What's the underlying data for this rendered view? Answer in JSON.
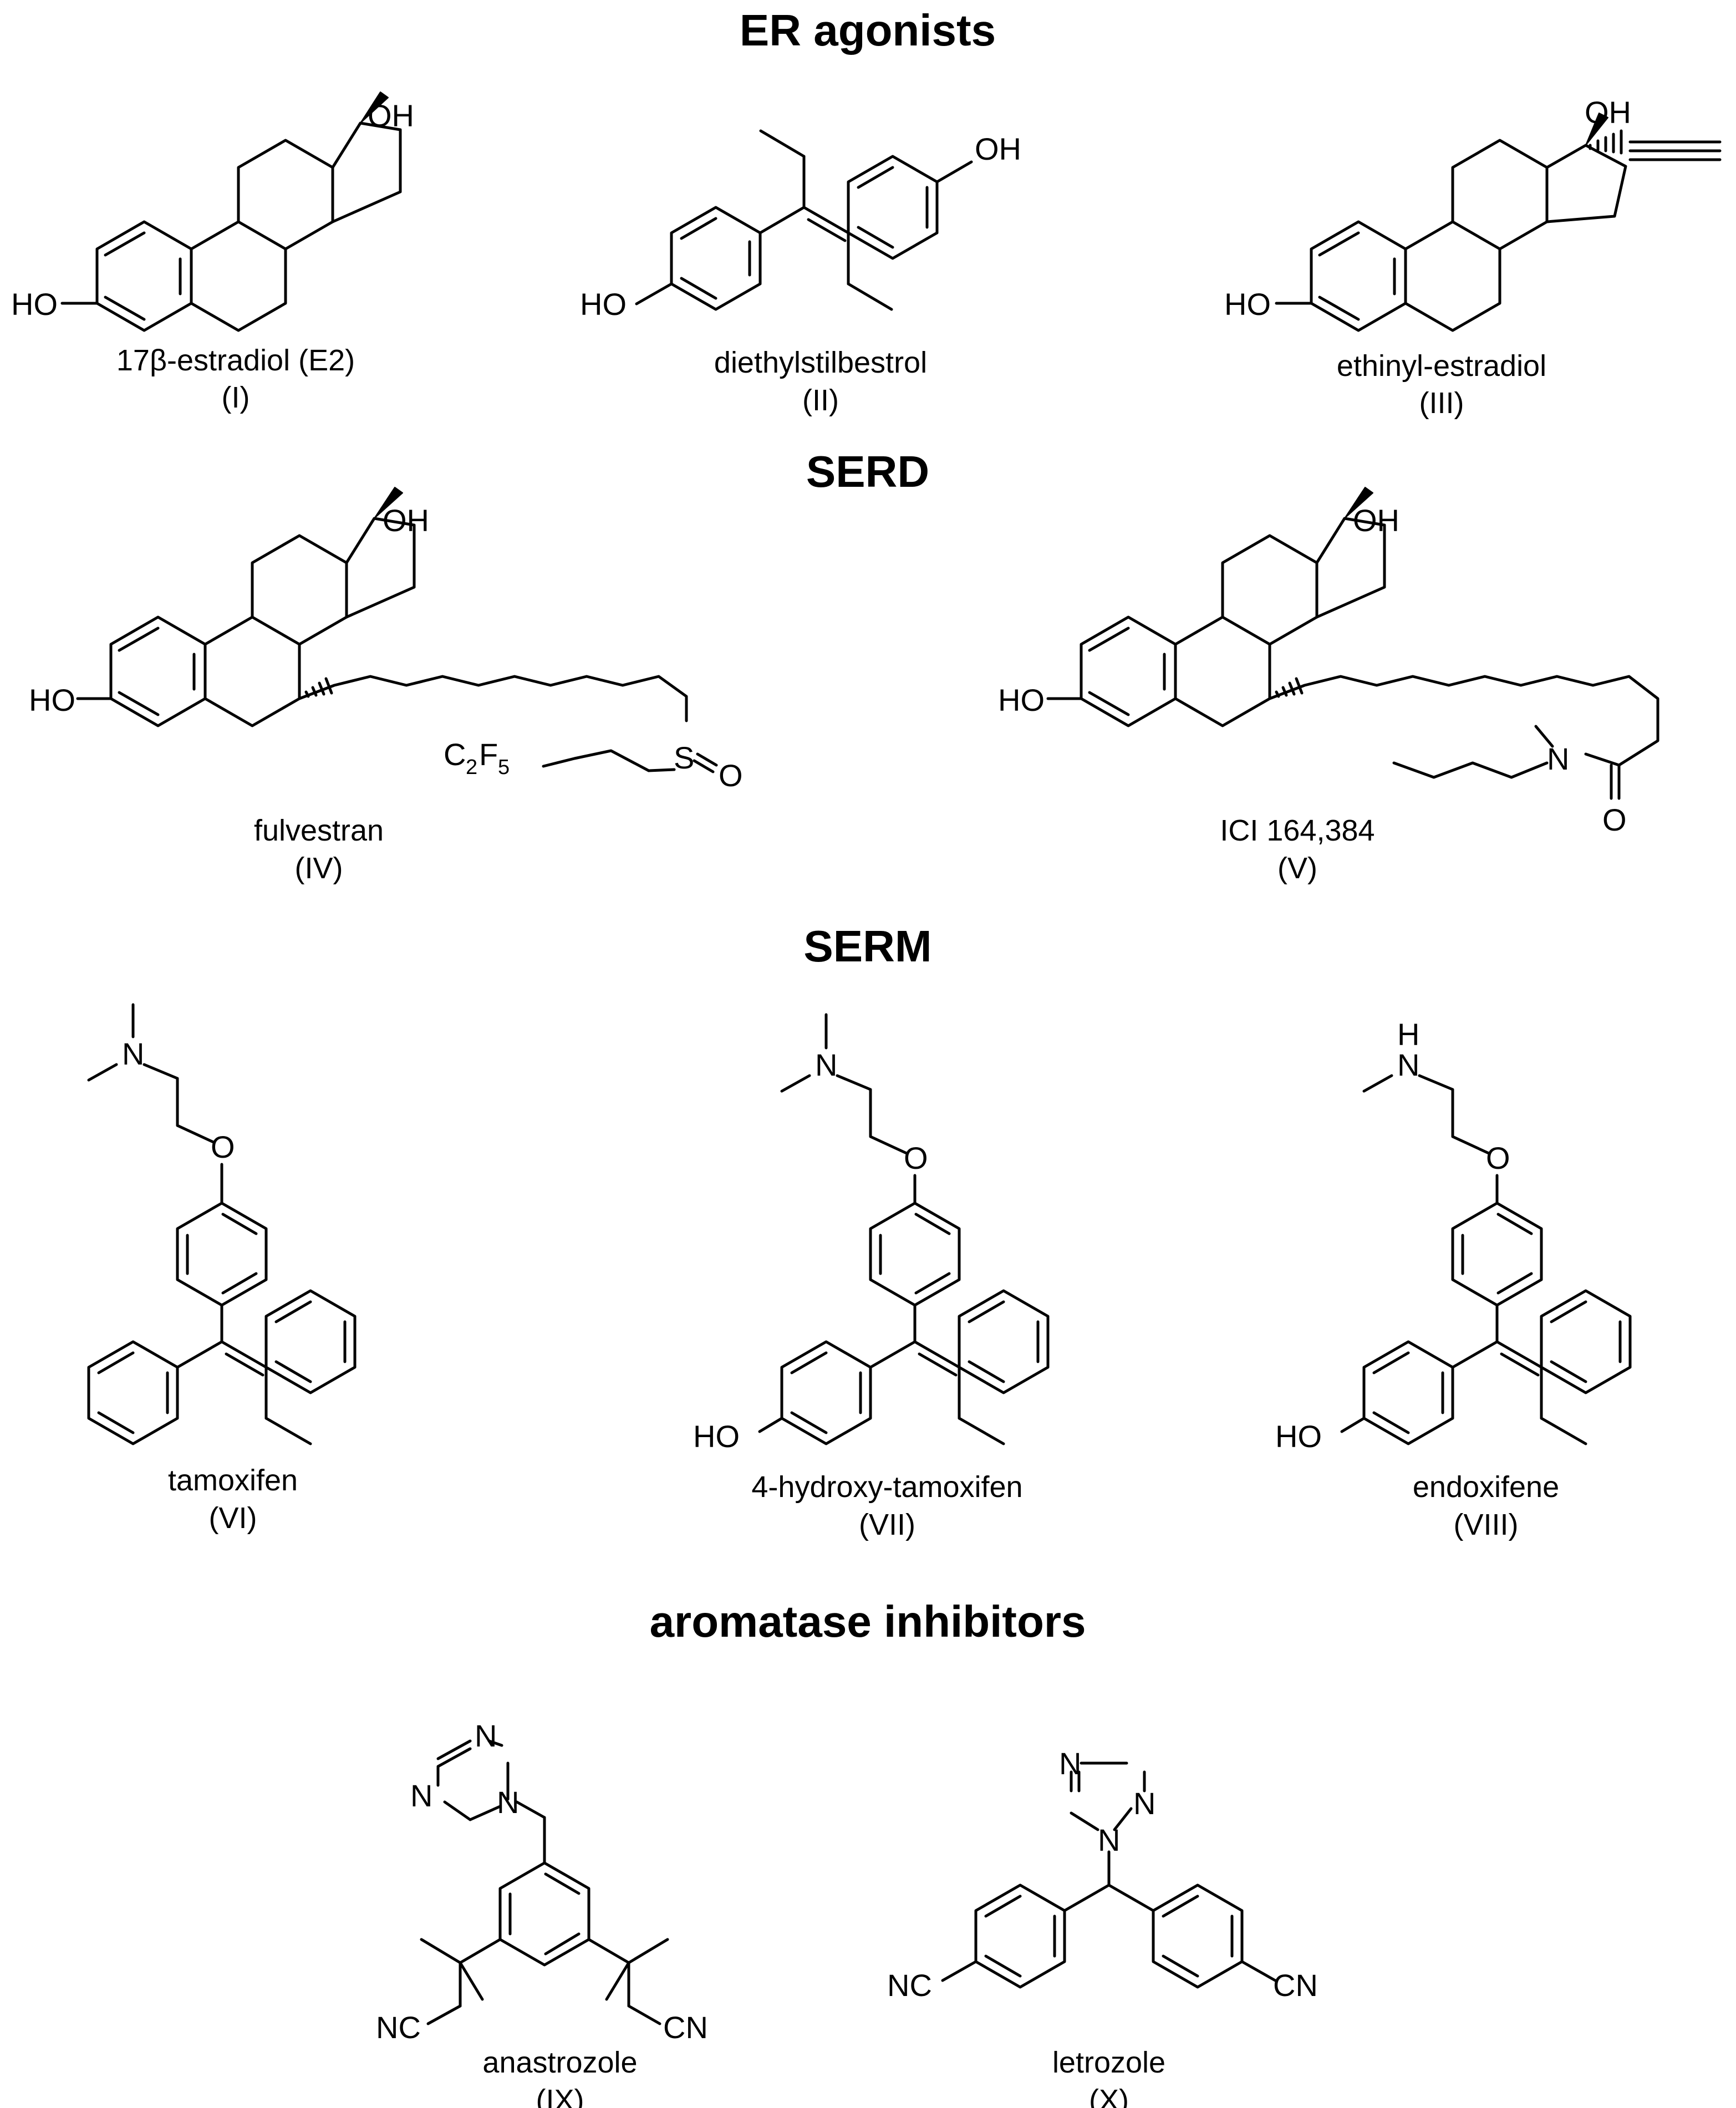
{
  "sections": {
    "er_agonists": "ER agonists",
    "serd": "SERD",
    "serm": "SERM",
    "aromatase": "aromatase inhibitors"
  },
  "compounds": {
    "c1": {
      "name": "17β-estradiol (E2)",
      "numeral": "(I)"
    },
    "c2": {
      "name": "diethylstilbestrol",
      "numeral": "(II)"
    },
    "c3": {
      "name": "ethinyl-estradiol",
      "numeral": "(III)"
    },
    "c4": {
      "name": "fulvestran",
      "numeral": "(IV)"
    },
    "c5": {
      "name": "ICI 164,384",
      "numeral": "(V)"
    },
    "c6": {
      "name": "tamoxifen",
      "numeral": "(VI)"
    },
    "c7": {
      "name": "4-hydroxy-tamoxifen",
      "numeral": "(VII)"
    },
    "c8": {
      "name": "endoxifene",
      "numeral": "(VIII)"
    },
    "c9": {
      "name": "anastrozole",
      "numeral": "(IX)"
    },
    "c10": {
      "name": "letrozole",
      "numeral": "(X)"
    }
  },
  "atoms": {
    "oh": "OH",
    "ho": "HO",
    "n": "N",
    "h": "H",
    "o": "O",
    "s": "S",
    "nc": "NC",
    "cn": "CN",
    "c": "C",
    "f": "F",
    "c2f5_sub_2": "2",
    "c2f5_sub_5": "5"
  }
}
